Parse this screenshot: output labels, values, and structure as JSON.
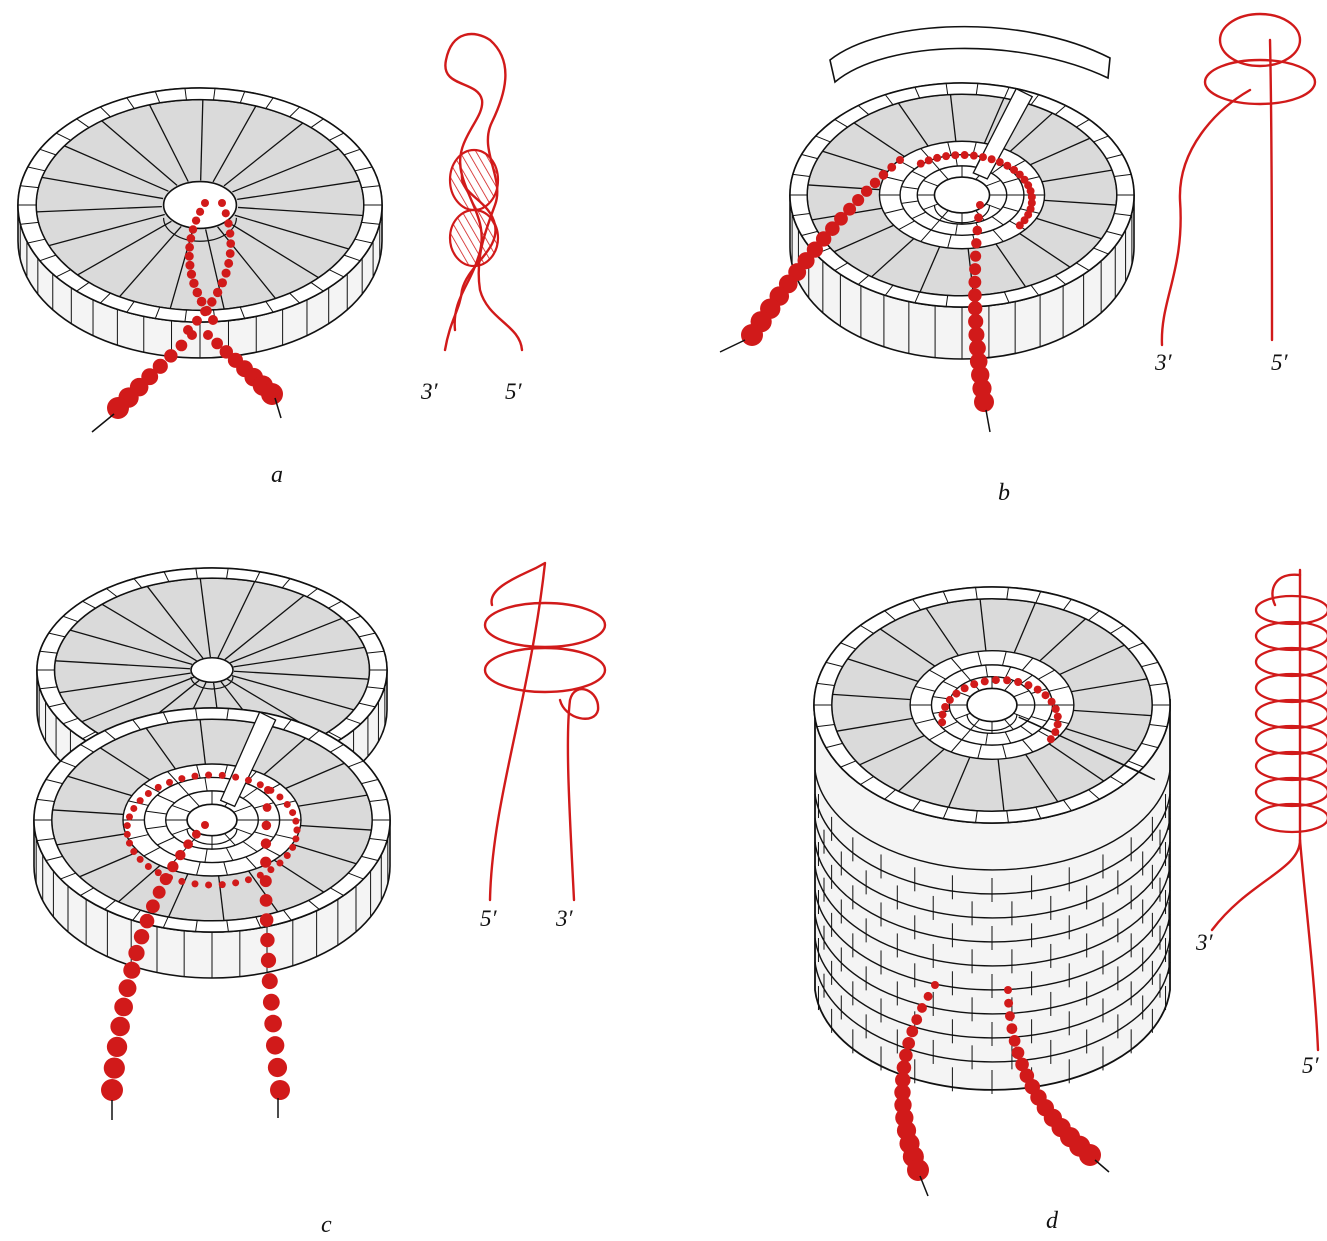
{
  "figure": {
    "colors": {
      "rna": "#d11a1a",
      "outline": "#111111",
      "face": "#dadada",
      "rim": "#ffffff",
      "background": "#ffffff"
    },
    "panels": [
      {
        "id": "a",
        "label": "a",
        "end_labels": [
          "3′",
          "5′"
        ]
      },
      {
        "id": "b",
        "label": "b",
        "end_labels": [
          "3′",
          "5′"
        ]
      },
      {
        "id": "c",
        "label": "c",
        "end_labels": [
          "5′",
          "3′"
        ]
      },
      {
        "id": "d",
        "label": "d",
        "end_labels": [
          "3′",
          "5′"
        ]
      }
    ]
  }
}
